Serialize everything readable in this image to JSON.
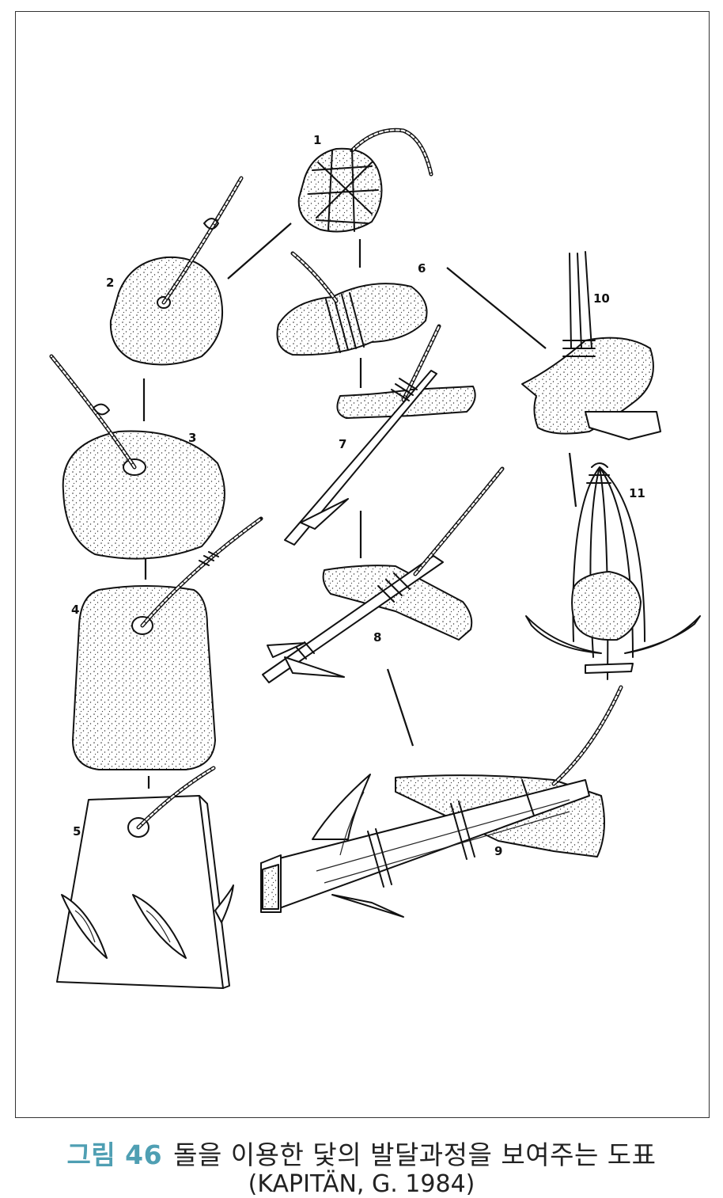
{
  "figure": {
    "labels": [
      "1",
      "2",
      "3",
      "4",
      "5",
      "6",
      "7",
      "8",
      "9",
      "10",
      "11"
    ]
  },
  "caption": {
    "figure_number": "그림 46",
    "text": "돌을 이용한 닻의 발달과정을 보여주는 도표",
    "citation": "(KAPITÄN, G. 1984)"
  }
}
